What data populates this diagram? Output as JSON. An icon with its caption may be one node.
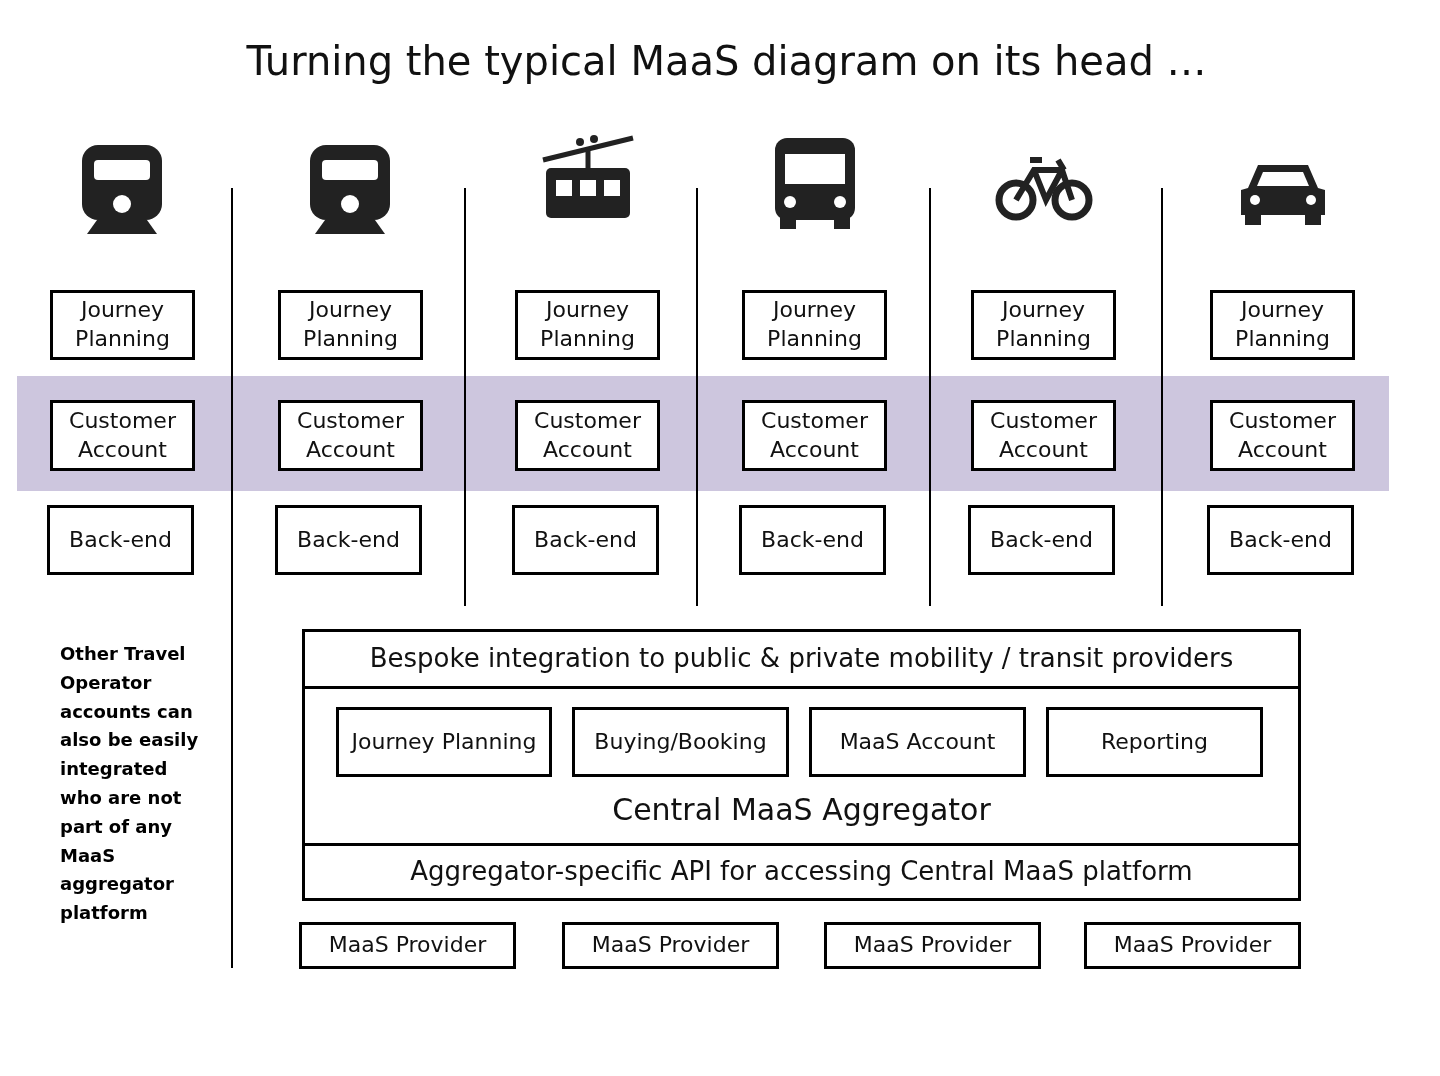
{
  "diagram": {
    "title": "Turning the typical MaaS diagram on its head …",
    "nodes": [
      {
        "text": [
          "Journey Planning"
        ]
      },
      {
        "text": [
          "Journey Planning"
        ]
      },
      {
        "text": [
          "Journey Planning"
        ]
      },
      {
        "text": [
          "Journey Planning"
        ]
      },
      {
        "text": [
          "Journey Planning"
        ]
      },
      {
        "text": [
          "Journey Planning"
        ]
      },
      {
        "text": [
          "Customer Account"
        ]
      },
      {
        "text": [
          "Customer Account"
        ]
      },
      {
        "text": [
          "Customer Account"
        ]
      },
      {
        "text": [
          "Customer Account"
        ]
      },
      {
        "text": [
          "Customer Account"
        ]
      },
      {
        "text": [
          "Customer Account"
        ]
      },
      {
        "text": [
          "Back-end"
        ]
      },
      {
        "text": [
          "Back-end"
        ]
      },
      {
        "text": [
          "Back-end"
        ]
      },
      {
        "text": [
          "Back-end"
        ]
      },
      {
        "text": [
          "Back-end"
        ]
      },
      {
        "text": [
          "Back-end"
        ]
      },
      {
        "text": [
          "Bespoke integration to public & private mobility / transit providers"
        ]
      },
      {
        "text": [
          "Central MaaS Aggregator"
        ]
      },
      {
        "text": [
          "Journey Planning"
        ],
        "in": 19
      },
      {
        "text": [
          "Buying/Booking"
        ],
        "in": 19
      },
      {
        "text": [
          "MaaS Account"
        ],
        "in": 19
      },
      {
        "text": [
          "Reporting"
        ],
        "in": 19
      },
      {
        "text": [
          "Aggregator-specific API for accessing Central MaaS platform"
        ]
      },
      {
        "text": [
          "MaaS Provider"
        ]
      },
      {
        "text": [
          "MaaS Provider"
        ]
      },
      {
        "text": [
          "MaaS Provider"
        ]
      },
      {
        "text": [
          "MaaS Provider"
        ]
      }
    ],
    "edges": [],
    "labels": [
      "Other Travel Operator accounts can also be easily integrated who are not part of any MaaS aggregator platform"
    ]
  }
}
